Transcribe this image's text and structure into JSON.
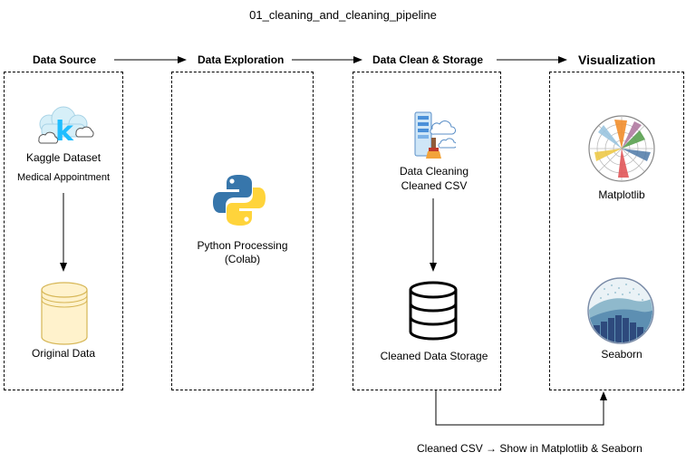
{
  "title": "01_cleaning_and_cleaning_pipeline",
  "stages": [
    {
      "label": "Data Source"
    },
    {
      "label": "Data Exploration"
    },
    {
      "label": "Data Clean & Storage"
    },
    {
      "label": "Visualization"
    }
  ],
  "nodes": {
    "kaggle": {
      "label": "Kaggle Dataset",
      "sublabel": "Medical Appointment",
      "icon": "kaggle-cloud-icon"
    },
    "original": {
      "label": "Original Data",
      "icon": "data-cylinder-icon"
    },
    "python": {
      "label": "Python Processing",
      "label2": "(Colab)",
      "icon": "python-logo-icon"
    },
    "cleaning": {
      "label": "Data Cleaning",
      "label2": "Cleaned CSV",
      "icon": "data-cleaning-icon"
    },
    "storage": {
      "label": "Cleaned Data Storage",
      "icon": "database-icon"
    },
    "matplotlib": {
      "label": "Matplotlib",
      "icon": "matplotlib-logo-icon"
    },
    "seaborn": {
      "label": "Seaborn",
      "icon": "seaborn-logo-icon"
    }
  },
  "footer_note": "Cleaned CSV → Show in Matplotlib & Seaborn",
  "colors": {
    "kaggle_blue": "#20BEFF",
    "cylinder_fill": "#FFF2CC",
    "cylinder_stroke": "#D6B656",
    "python_blue": "#3776AB",
    "python_yellow": "#FFD43B",
    "seaborn_navy": "#2E4A7D"
  }
}
